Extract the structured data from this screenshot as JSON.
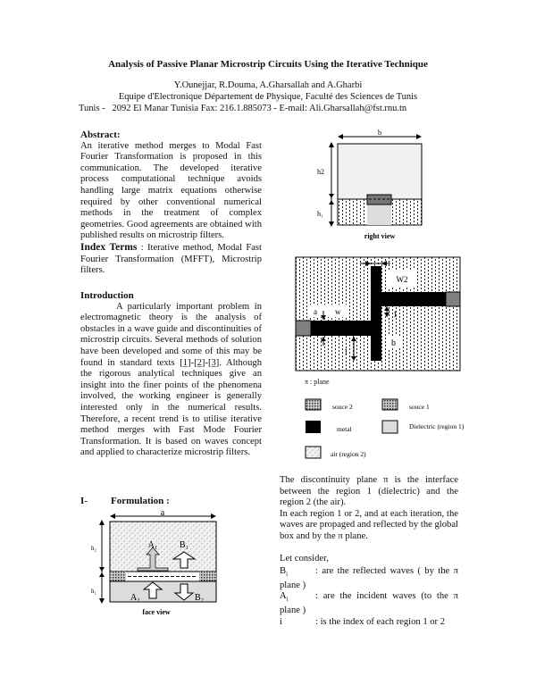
{
  "header": {
    "title": "Analysis of Passive Planar Microstrip Circuits Using the Iterative Technique",
    "authors": "Y.Ounejjar, R.Douma, A.Gharsallah and A.Gharbi",
    "affiliation": "Equipe d'Electronique Département de Physique, Faculté des Sciences de Tunis",
    "address": "Tunis -   2092 El Manar Tunisia Fax: 216.1.885073 - E-mail: Ali.Gharsallah@fst.rnu.tn"
  },
  "abstract": {
    "heading": "Abstract:",
    "text": "An iterative method merges to Modal Fast Fourier Transformation is proposed in this communication. The developed iterative process computational technique avoids handling large matrix equations otherwise required by other conventional numerical methods in the treatment of complex geometries. Good agreements are obtained with published results on microstrip filters.",
    "index_label": "Index Terms",
    "index_text": " : Iterative method, Modal Fast Fourier Transformation (MFFT), Microstrip filters."
  },
  "introduction": {
    "heading": "Introduction",
    "text_before": "A particularly important problem in electromagnetic theory is the analysis of obstacles in a wave guide and discontinuities of microstrip circuits. Several methods of solution have been developed and some of this may be found in standard texts ",
    "refs": [
      "[1]",
      "[2]",
      "[3]"
    ],
    "text_after": ". Although the rigorous analytical techniques give an insight into the finer points of the phenomena involved, the working engineer is generally interested only in the numerical results. Therefore, a recent trend is to utilise iterative method merges with Fast Mode Fourier Transformation. It is based on waves concept and applied to characterize microstrip filters."
  },
  "formulation": {
    "number": "I-",
    "heading": "Formulation :",
    "figure": {
      "a": "a",
      "h2": "h₂",
      "h1": "h₁",
      "A2": "A₂",
      "B2": "B₂",
      "A1": "A₁",
      "B1": "B₁",
      "caption": "face view"
    }
  },
  "right_view": {
    "b": "b",
    "h2": "h2",
    "h1": "h₁",
    "caption": "right view"
  },
  "top_view": {
    "w2": "W2",
    "a": "a",
    "w": "w",
    "l1": "1",
    "l2": "1",
    "b": "b",
    "plane": "π : plane"
  },
  "legend": [
    {
      "label": "souce 2"
    },
    {
      "label": "souce 1"
    },
    {
      "label": "metal"
    },
    {
      "label": "Dielectric (region 1)"
    },
    {
      "label": "air  (region 2)"
    }
  ],
  "right_text": {
    "p1": "The discontinuity plane π is the interface between the region 1 (dielectric) and the region 2 (the air).",
    "p2": "In each region 1 or 2, and at each iteration, the waves are propaged and  reflected by the global box and by the π plane.",
    "p3": "Let consider,",
    "defs": [
      {
        "sym": "B",
        "sub": "i",
        "text": ": are the reflected waves ( by the π plane )"
      },
      {
        "sym": "A",
        "sub": "i",
        "text": ": are the incident waves (to the π plane )"
      },
      {
        "sym": "i",
        "sub": "",
        "text": ": is the index of each region 1 or 2"
      }
    ]
  },
  "colors": {
    "metal": "#000000",
    "source": "#808080",
    "dielectric": "#dcdcdc",
    "air_bg": "#f4f4f4"
  }
}
